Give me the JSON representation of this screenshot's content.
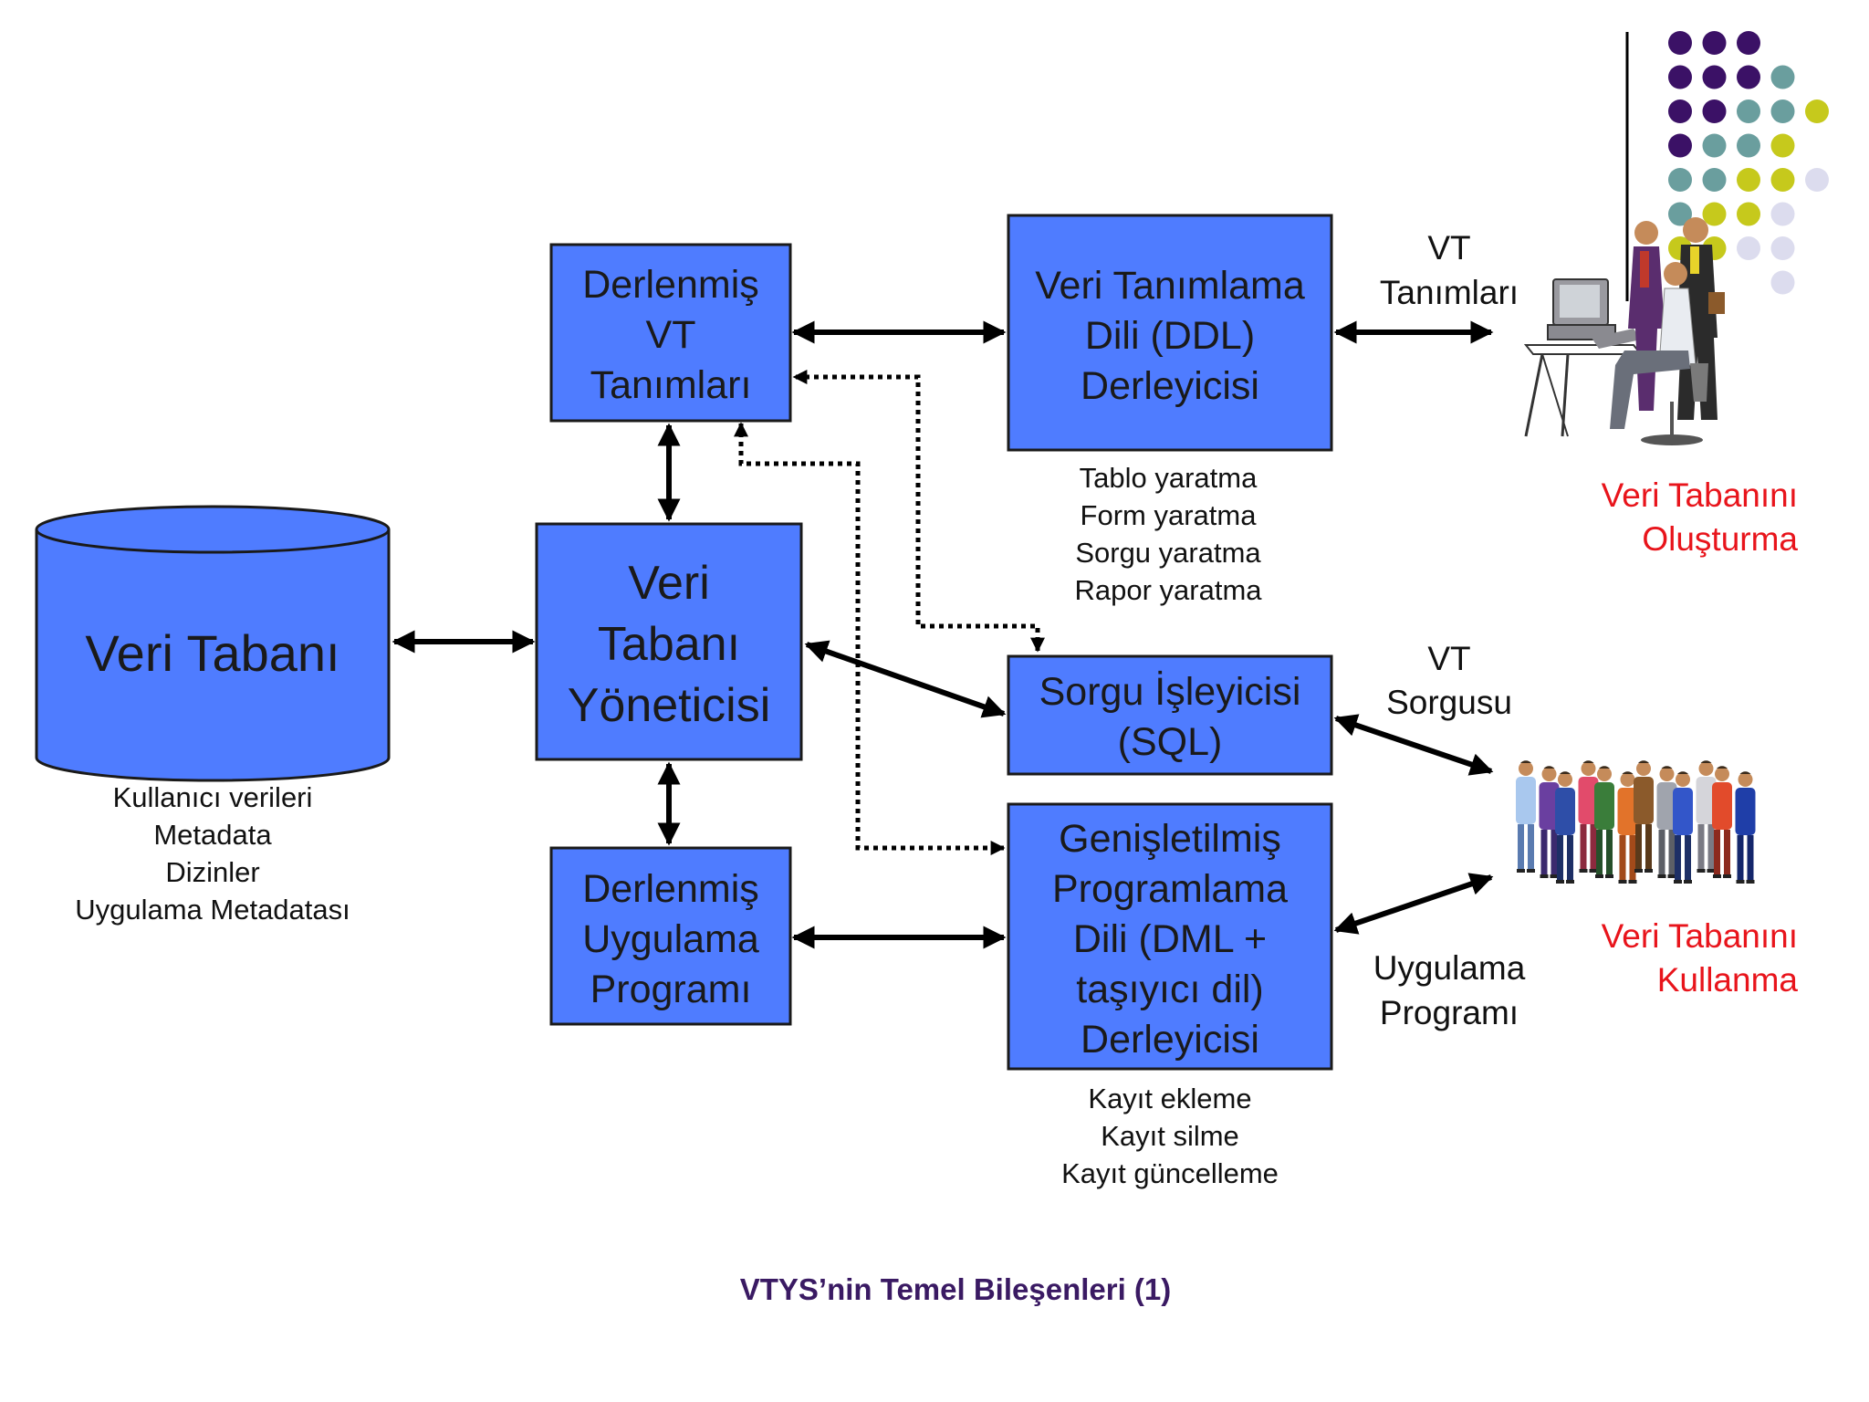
{
  "title": "VTYS’nin Temel Bileşenleri (1)",
  "database": {
    "label": "Veri Tabanı",
    "notes": [
      "Kullanıcı verileri",
      "Metadata",
      "Dizinler",
      "Uygulama Metadatası"
    ]
  },
  "dbms": {
    "lines": [
      "Veri",
      "Tabanı",
      "Yöneticisi"
    ]
  },
  "compiled_definitions": {
    "lines": [
      "Derlenmiş",
      "VT",
      "Tanımları"
    ]
  },
  "compiled_program": {
    "lines": [
      "Derlenmiş",
      "Uygulama",
      "Programı"
    ]
  },
  "ddl_compiler": {
    "lines": [
      "Veri Tanımlama",
      "Dili (DDL)",
      "Derleyicisi"
    ],
    "notes": [
      "Tablo yaratma",
      "Form yaratma",
      "Sorgu yaratma",
      "Rapor yaratma"
    ]
  },
  "query_processor": {
    "lines": [
      "Sorgu İşleyicisi",
      "(SQL)"
    ]
  },
  "dml_compiler": {
    "lines": [
      "Genişletilmiş",
      "Programlama",
      "Dili (DML +",
      "taşıyıcı dil)",
      "Derleyicisi"
    ],
    "notes": [
      "Kayıt ekleme",
      "Kayıt silme",
      "Kayıt güncelleme"
    ]
  },
  "flows": {
    "definitions": [
      "VT",
      "Tanımları"
    ],
    "query": [
      "VT",
      "Sorgusu"
    ],
    "program": [
      "Uygulama",
      "Programı"
    ]
  },
  "actors": {
    "create": [
      "Veri Tabanını",
      "Oluşturma"
    ],
    "use": [
      "Veri Tabanını",
      "Kullanma"
    ]
  },
  "colors": {
    "box_fill": "#4f7cff",
    "box_stroke": "#1a1a1a",
    "accent_red": "#e8141b",
    "title": "#3a1a63",
    "dot_purple": "#3b1166",
    "dot_teal": "#6a9e9e",
    "dot_olive": "#c6c91c",
    "dot_lavender": "#dcdcee"
  }
}
